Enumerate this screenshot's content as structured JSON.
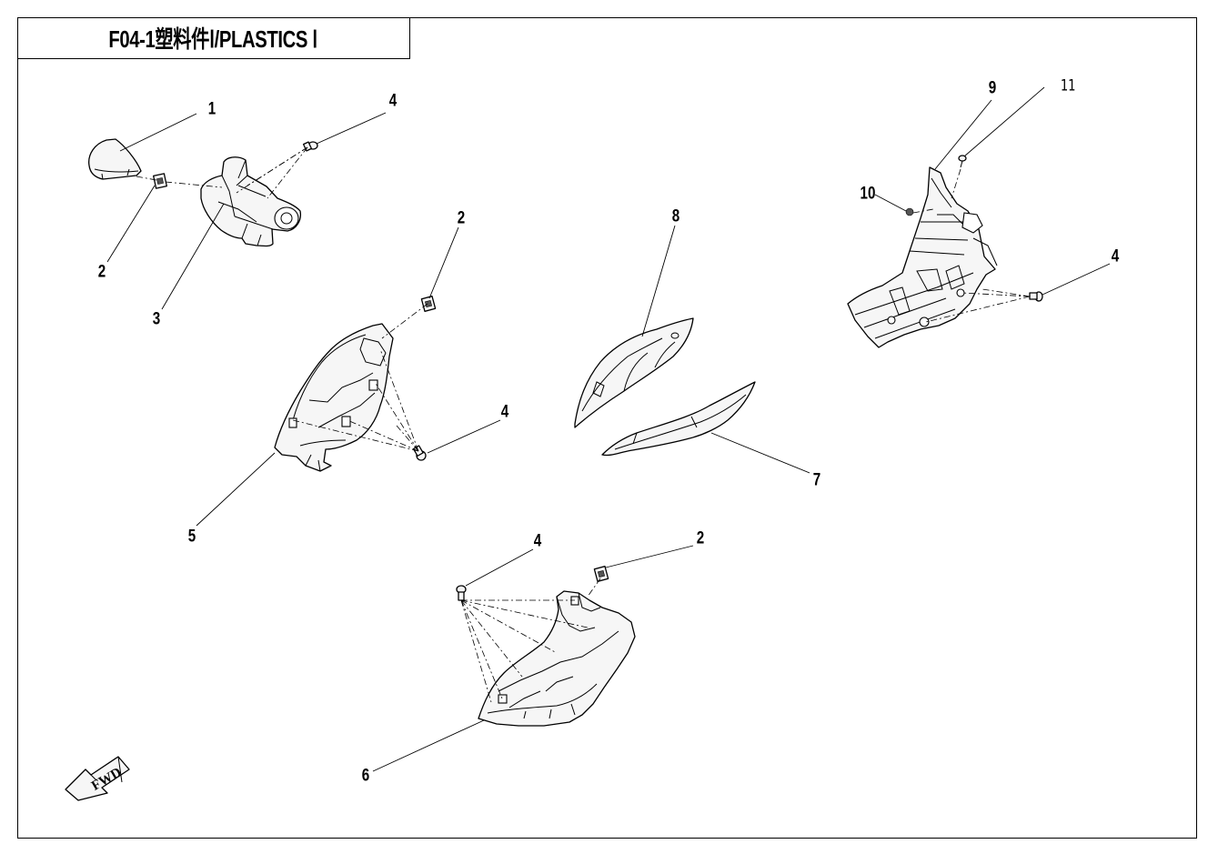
{
  "title": "F04-1塑料件Ⅰ/PLASTICS Ⅰ",
  "fwd_label": "FWD",
  "callouts": {
    "c1": "1",
    "c2a": "2",
    "c3": "3",
    "c4a": "4",
    "c2b": "2",
    "c4b": "4",
    "c5": "5",
    "c8": "8",
    "c7": "7",
    "c9": "9",
    "c11": "11",
    "c10": "10",
    "c4c": "4",
    "c4d": "4",
    "c2c": "2",
    "c6": "6"
  },
  "colors": {
    "line": "#000000",
    "background": "#ffffff",
    "part_fill": "#f6f6f6"
  }
}
